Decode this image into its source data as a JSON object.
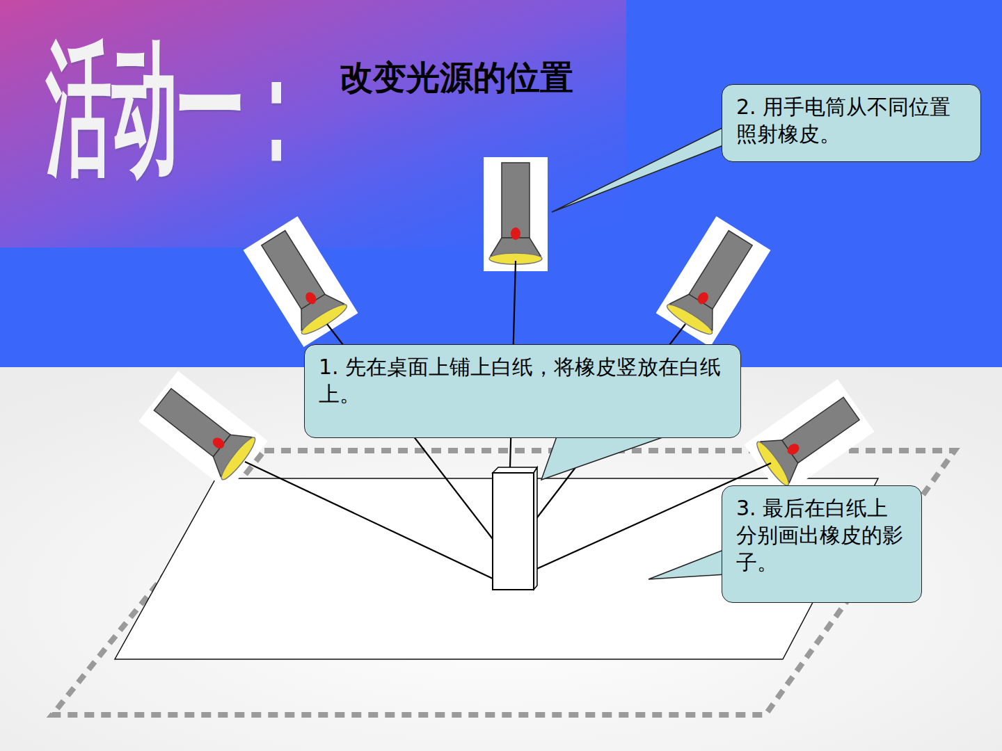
{
  "diagram": {
    "title": "活动一：",
    "nodes": [
      {
        "text": [
          "1. 先在桌面上铺上白纸，将橡皮竖放在白纸上。"
        ]
      },
      {
        "text": [
          "2. 用手电筒从不同位置照射橡皮。"
        ]
      },
      {
        "text": [
          "3. 最后在白纸上分别画出橡皮的影子。"
        ]
      }
    ],
    "labels": [
      "改变光源的位置"
    ]
  }
}
